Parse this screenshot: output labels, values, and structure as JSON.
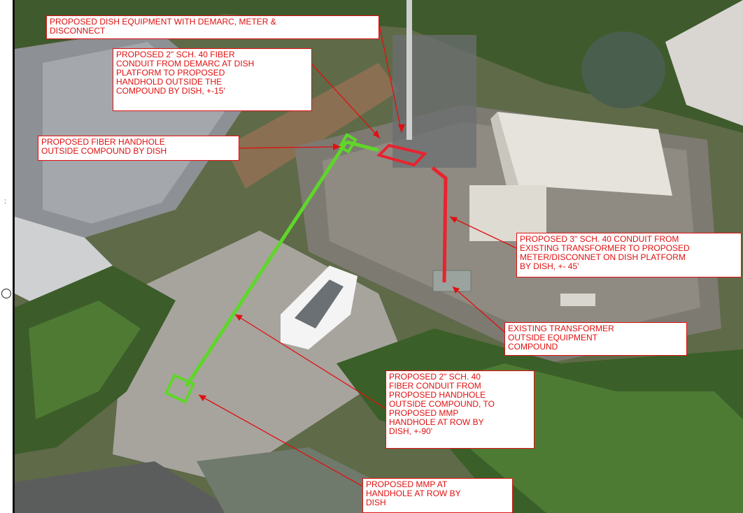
{
  "callouts": {
    "dish_equipment": "PROPOSED DISH EQUIPMENT WITH DEMARC, METER &\nDISCONNECT",
    "fiber_conduit_15": "PROPOSED 2\" SCH. 40 FIBER\nCONDUIT FROM DEMARC AT DISH\nPLATFORM TO PROPOSED\nHANDHOLD OUTSIDE THE\nCOMPOUND BY DISH, +-15'",
    "fiber_handhole": "PROPOSED FIBER HANDHOLE\nOUTSIDE COMPOUND BY DISH",
    "conduit_45": "PROPOSED 3\" SCH. 40 CONDUIT FROM\nEXISTING TRANSFORMER TO PROPOSED\nMETER/DISCONNET ON DISH PLATFORM\nBY DISH, +- 45'",
    "existing_transformer": "EXISTING TRANSFORMER\nOUTSIDE EQUIPMENT\nCOMPOUND",
    "fiber_conduit_90": "PROPOSED 2\" SCH. 40\nFIBER CONDUIT FROM\nPROPOSED HANDHOLE\nOUTSIDE COMPOUND, TO\nPROPOSED MMP\nHANDHOLE AT ROW BY\nDISH, +-90'",
    "mmp_handhole": "PROPOSED MMP AT\nHANDHOLE AT ROW BY\nDISH"
  },
  "colors": {
    "callout_red": "#e01010",
    "route_green": "#5fd62a",
    "route_red": "#e8232f"
  }
}
